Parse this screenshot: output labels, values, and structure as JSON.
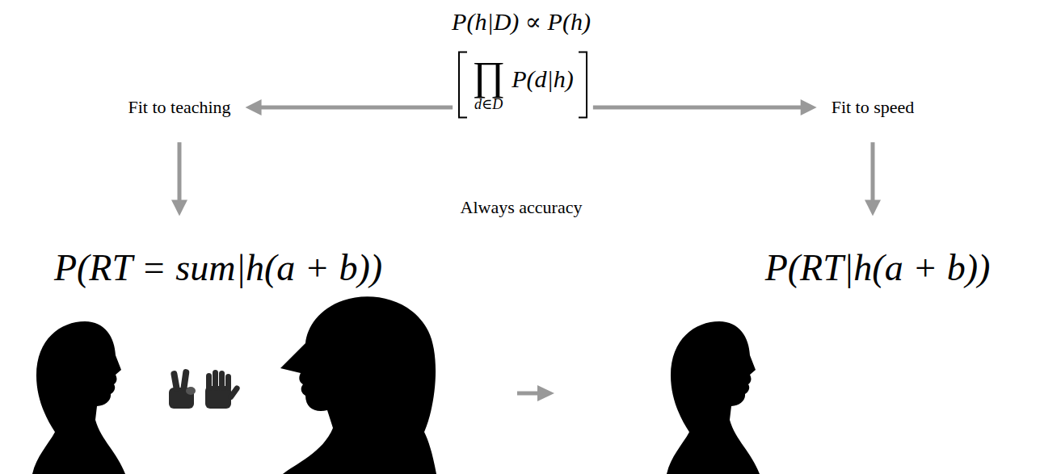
{
  "diagram": {
    "nodes": [
      {
        "text": [
          "Fit to teaching"
        ]
      },
      {
        "text": [
          "∏",
          "d∈D",
          "P(d|h)"
        ]
      },
      {
        "text": [
          "Fit to speed"
        ]
      },
      {
        "text": [
          "P(RT = sum|h(a + b))"
        ]
      },
      {
        "text": [
          "P(RT|h(a + b))"
        ]
      }
    ],
    "edges": [
      {
        "from": 1,
        "to": 0,
        "arrow": "to"
      },
      {
        "from": 1,
        "to": 2,
        "arrow": "to"
      },
      {
        "from": 0,
        "to": 3,
        "arrow": "to"
      },
      {
        "from": 2,
        "to": 4,
        "arrow": "to"
      }
    ],
    "labels": [
      "P(h|D) ∝ P(h)",
      "Always accuracy"
    ]
  }
}
